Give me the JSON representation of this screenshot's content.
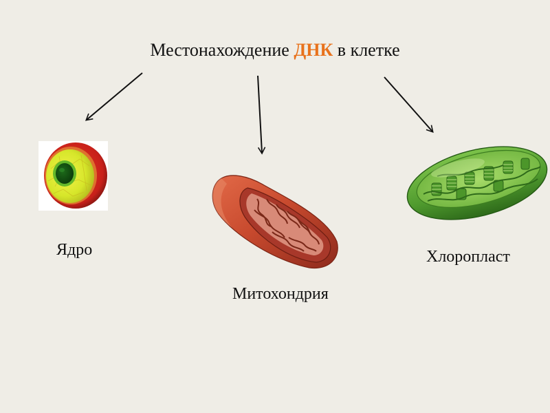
{
  "title": {
    "prefix": "Местонахождение ",
    "highlight": "ДНК",
    "suffix": " в клетке",
    "highlight_color": "#e8721c"
  },
  "organelles": [
    {
      "label": "Ядро",
      "icon": "nucleus-icon"
    },
    {
      "label": "Митохондрия",
      "icon": "mitochondrion-icon"
    },
    {
      "label": "Хлоропласт",
      "icon": "chloroplast-icon"
    }
  ],
  "colors": {
    "background": "#efede6",
    "nucleus_outer": "#c8201a",
    "nucleus_inner": "#d6e62a",
    "mitochondrion": "#c84a2e",
    "chloroplast": "#4f9a2e"
  }
}
